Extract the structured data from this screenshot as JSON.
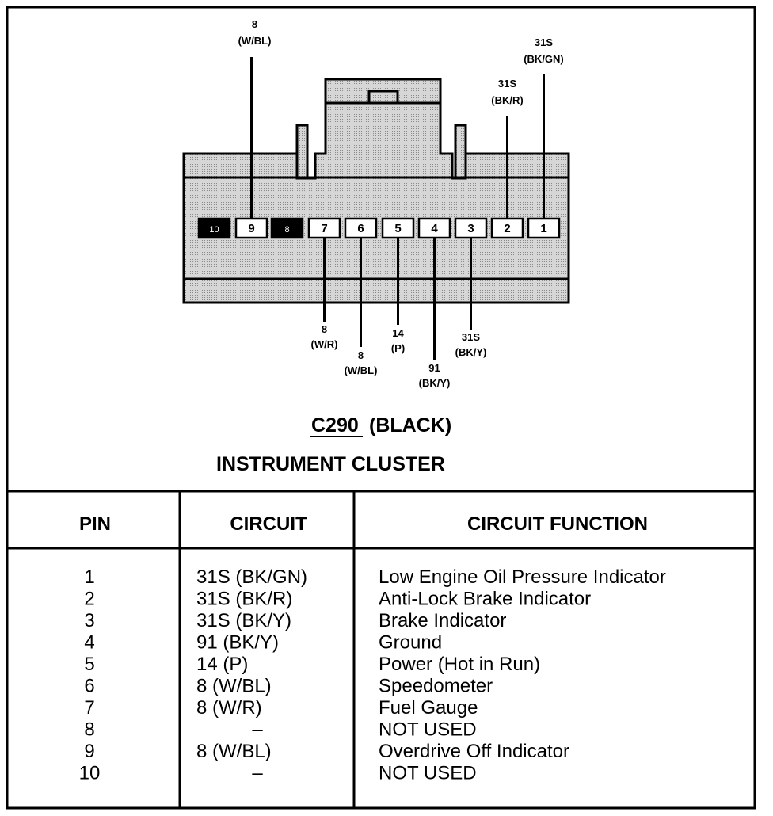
{
  "connector": {
    "name": "C290",
    "color_label": "(BLACK)",
    "component": "INSTRUMENT CLUSTER",
    "fill_color": "#c9c9c9",
    "cavities": [
      {
        "pin": "10",
        "used": false
      },
      {
        "pin": "9",
        "used": true,
        "top": [
          "8",
          "(W/BL)"
        ]
      },
      {
        "pin": "8",
        "used": false
      },
      {
        "pin": "7",
        "used": true,
        "bottom": [
          "8",
          "(W/R)"
        ]
      },
      {
        "pin": "6",
        "used": true,
        "bottom": [
          "8",
          "(W/BL)"
        ]
      },
      {
        "pin": "5",
        "used": true,
        "bottom": [
          "14",
          "(P)"
        ]
      },
      {
        "pin": "4",
        "used": true,
        "bottom": [
          "91",
          "(BK/Y)"
        ]
      },
      {
        "pin": "3",
        "used": true,
        "bottom": [
          "31S",
          "(BK/Y)"
        ]
      },
      {
        "pin": "2",
        "used": true,
        "top": [
          "31S",
          "(BK/R)"
        ]
      },
      {
        "pin": "1",
        "used": true,
        "top": [
          "31S",
          "(BK/GN)"
        ]
      }
    ]
  },
  "table": {
    "headers": [
      "PIN",
      "CIRCUIT",
      "CIRCUIT FUNCTION"
    ],
    "rows": [
      {
        "pin": "1",
        "circuit": "31S (BK/GN)",
        "function": "Low Engine Oil Pressure Indicator"
      },
      {
        "pin": "2",
        "circuit": "31S (BK/R)",
        "function": "Anti-Lock Brake Indicator"
      },
      {
        "pin": "3",
        "circuit": "31S (BK/Y)",
        "function": "Brake Indicator"
      },
      {
        "pin": "4",
        "circuit": "91 (BK/Y)",
        "function": "Ground"
      },
      {
        "pin": "5",
        "circuit": "14 (P)",
        "function": "Power (Hot in Run)"
      },
      {
        "pin": "6",
        "circuit": "8 (W/BL)",
        "function": "Speedometer"
      },
      {
        "pin": "7",
        "circuit": "8 (W/R)",
        "function": "Fuel Gauge"
      },
      {
        "pin": "8",
        "circuit": "–",
        "function": "NOT USED"
      },
      {
        "pin": "9",
        "circuit": "8 (W/BL)",
        "function": "Overdrive Off Indicator"
      },
      {
        "pin": "10",
        "circuit": "–",
        "function": "NOT USED"
      }
    ]
  }
}
